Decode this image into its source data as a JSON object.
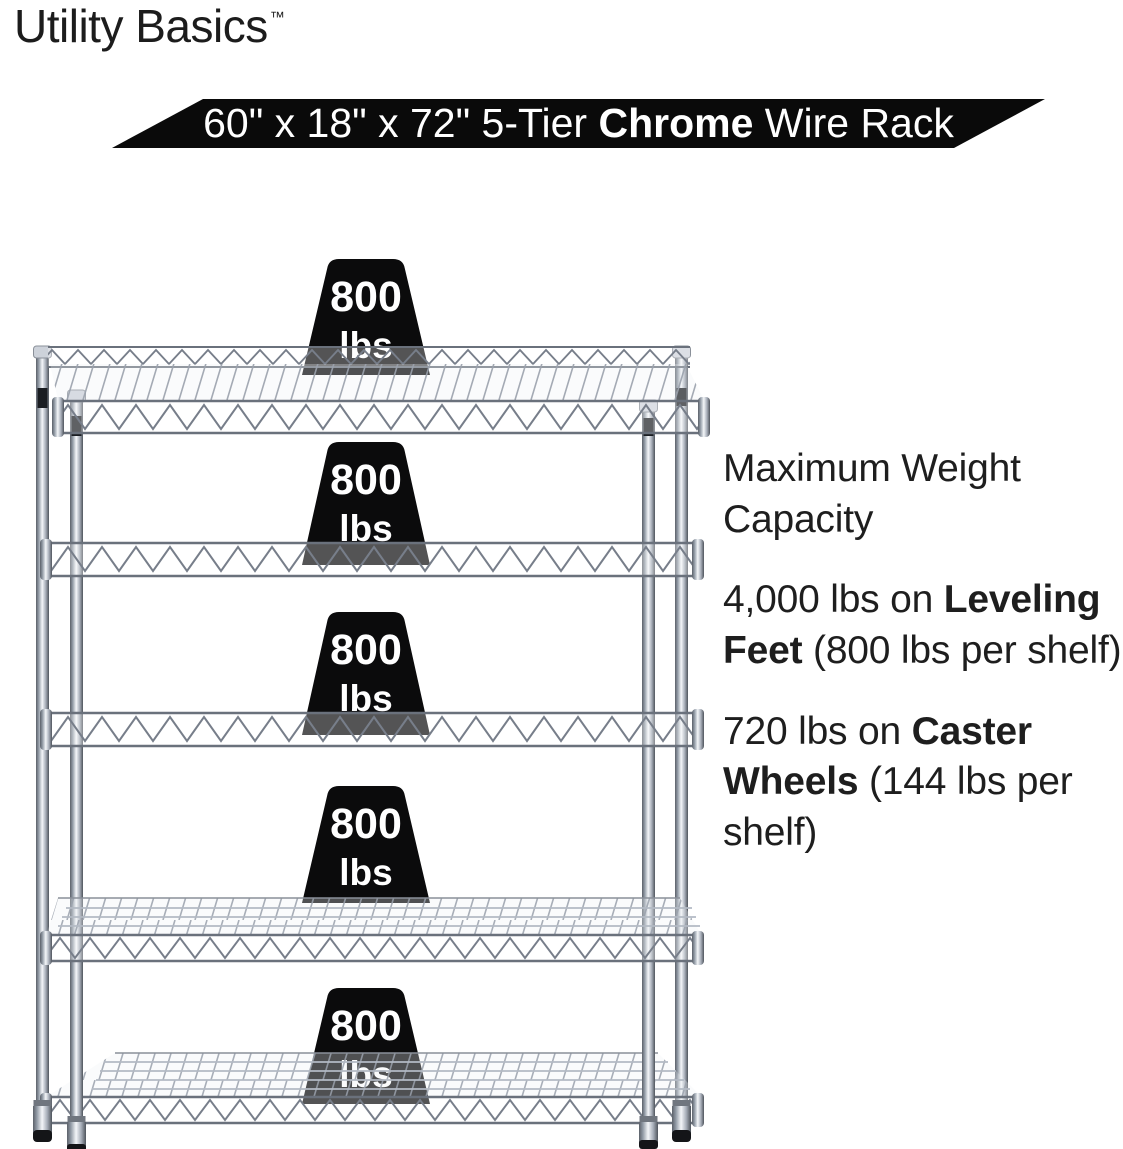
{
  "brand": {
    "name": "Utility Basics",
    "trademark_symbol": "™"
  },
  "banner": {
    "title_regular_1": "60\" x 18\" x 72\" 5-Tier ",
    "title_bold": "Chrome",
    "title_regular_2": " Wire Rack",
    "background_color": "#0a0a0a",
    "text_color": "#ffffff"
  },
  "weights": [
    {
      "value": "800",
      "unit": "lbs"
    },
    {
      "value": "800",
      "unit": "lbs"
    },
    {
      "value": "800",
      "unit": "lbs"
    },
    {
      "value": "800",
      "unit": "lbs"
    },
    {
      "value": "800",
      "unit": "lbs"
    }
  ],
  "capacity_info": {
    "heading": "Maximum Weight Capacity",
    "leveling": {
      "prefix": "4,000 lbs on ",
      "bold": "Leveling Feet",
      "suffix": " (800 lbs per shelf)"
    },
    "casters": {
      "prefix": "720 lbs on ",
      "bold": "Caster Wheels",
      "suffix": " (144 lbs per shelf)"
    }
  },
  "rack": {
    "tier_count": 5,
    "finish": "Chrome",
    "colors": {
      "chrome_light": "#f4f6f9",
      "chrome_dark": "#5b6069",
      "wire": "#777e8a",
      "weight_icon": "#0b0b0c"
    }
  }
}
